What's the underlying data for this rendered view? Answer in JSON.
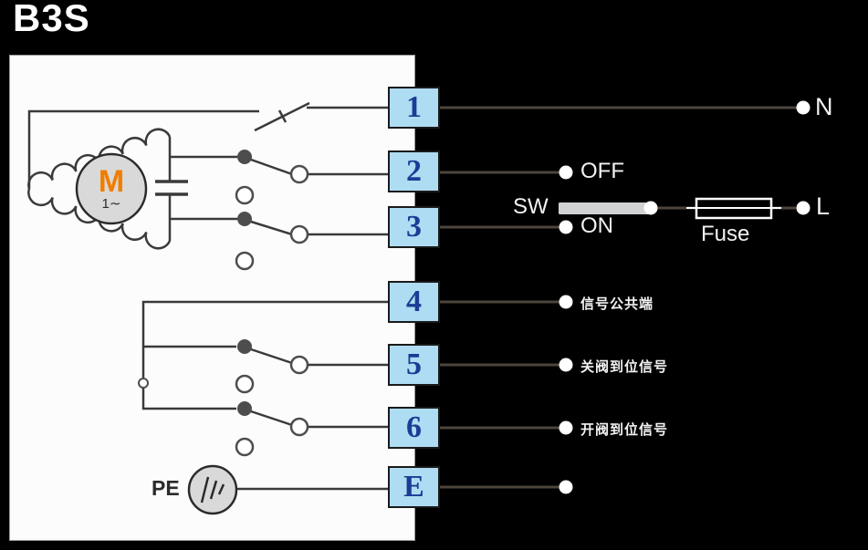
{
  "title": "B3S",
  "panel": {
    "motor_letter": "M",
    "motor_phase": "1∼",
    "pe_label": "PE"
  },
  "terminals": [
    {
      "label": "1"
    },
    {
      "label": "2"
    },
    {
      "label": "3"
    },
    {
      "label": "4"
    },
    {
      "label": "5"
    },
    {
      "label": "6"
    },
    {
      "label": "E"
    }
  ],
  "right": {
    "neutral_label": "N",
    "off_label": "OFF",
    "switch_label": "SW",
    "fuse_label": "Fuse",
    "line_label": "L",
    "on_label": "ON",
    "signal_common_label": "信号公共端",
    "close_signal_label": "关阀到位信号",
    "open_signal_label": "开阀到位信号"
  },
  "colors": {
    "background": "#000000",
    "panel": "#fcfcfc",
    "terminal_fill": "#aedcf2",
    "terminal_text": "#1d3c96",
    "motor_orange": "#f07d00",
    "wire_panel": "#3a3a3a",
    "wire_right": "#4d453c",
    "label_text": "#f2f2f2"
  }
}
